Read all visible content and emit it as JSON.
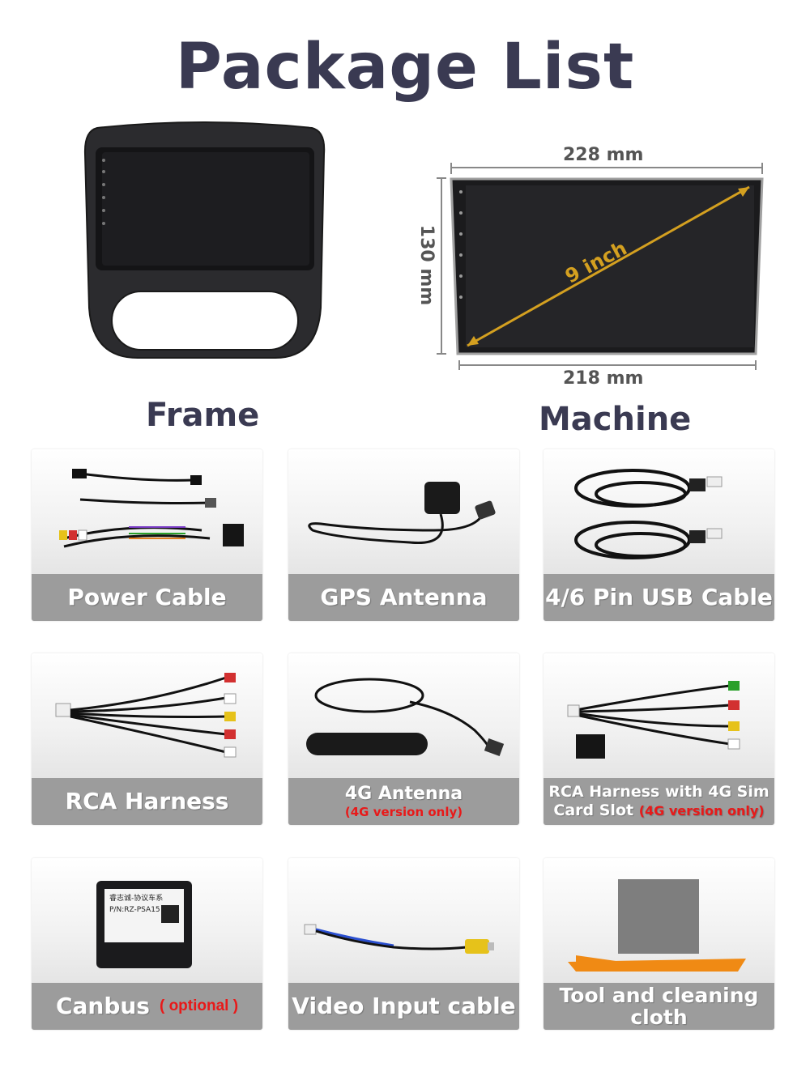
{
  "title": "Package List",
  "frame_caption": "Frame",
  "machine_caption": "Machine",
  "dimensions": {
    "top_width": "228 mm",
    "bottom_width": "218 mm",
    "height": "130 mm",
    "diagonal": "9 inch"
  },
  "items": [
    {
      "label": "Power Cable"
    },
    {
      "label": "GPS Antenna"
    },
    {
      "label": "4/6 Pin USB Cable"
    },
    {
      "label": "RCA Harness"
    },
    {
      "label": "4G Antenna",
      "note": "(4G version only)"
    },
    {
      "label_line1": "RCA Harness with 4G Sim",
      "label_line2": "Card Slot",
      "note": "(4G version only)"
    },
    {
      "label": "Canbus",
      "note": "( optional )"
    },
    {
      "label": "Video Input cable"
    },
    {
      "label": "Tool and cleaning cloth"
    }
  ],
  "canbus_label": {
    "line1": "睿志诚-协议车系",
    "line2": "P/N:RZ-PSA15"
  },
  "colors": {
    "title": "#3a3a52",
    "label_bar": "#9c9c9c",
    "note_red": "#e81919",
    "dimension_line": "#d4a020"
  }
}
